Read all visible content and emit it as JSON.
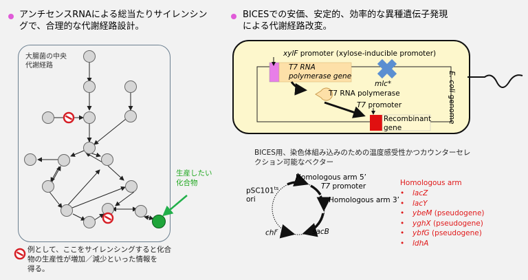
{
  "left": {
    "heading_lines": [
      "アンチセンスRNAによる総当たりサイレンシン",
      "グで、合理的な代謝経路設計。"
    ],
    "panel_title_lines": [
      "大腸菌の中央",
      "代謝経路"
    ],
    "product_label_lines": [
      "生産したい",
      "化合物"
    ],
    "note_lines": [
      "例として、ここをサイレンシングすると化合",
      "物の生産性が増加／減少といった情報を",
      "得る。"
    ]
  },
  "right": {
    "heading_lines": [
      "BICESでの安価、安定的、効率的な異種遺伝子発現",
      "による代謝経路改変。"
    ],
    "cell": {
      "xylf_italic": "xylF",
      "xylf_rest": " promoter (xylose-inducible promoter)",
      "t7gene_lines": [
        "T7 RNA",
        "polymerase gene"
      ],
      "mlc": "mlc*",
      "polymerase": "T7 RNA polymerase",
      "t7promoter_italic": "T7",
      "t7promoter_rest": " promoter",
      "recombinant_lines": [
        "Recombinant",
        "gene"
      ],
      "genome_italic": "E. coli",
      "genome_rest": " genome"
    },
    "vector": {
      "title_lines": [
        "BICES用、染色体組み込みのための温度感受性かつカウンターセレ",
        "クション可能なベクター"
      ],
      "arm5": "Homologous arm 5’",
      "t7_italic": "T7",
      "t7_rest": " promoter",
      "arm3": "Homologous arm 3’",
      "psc": "pSC101",
      "psc_sup": "ts",
      "ori": "ori",
      "chl": "chl",
      "chl_sup": "r",
      "sacb": "sacB"
    },
    "homologous": {
      "title": "Homologous arm",
      "items": [
        {
          "gene": "lacZ",
          "suffix": ""
        },
        {
          "gene": "lacY",
          "suffix": ""
        },
        {
          "gene": "ybeM",
          "suffix": " (pseudogene)"
        },
        {
          "gene": "yghX",
          "suffix": " (pseudogene)"
        },
        {
          "gene": "ybfG",
          "suffix": " (pseudogene)"
        },
        {
          "gene": "ldhA",
          "suffix": ""
        }
      ]
    }
  },
  "colors": {
    "bullet": "#e05bd8",
    "node_grey": "#d6d6d6",
    "product_green": "#1fa53a",
    "arrow_green": "#22b04a",
    "forbid_red": "#d61f26",
    "t7gene_fill": "#fde0a8",
    "xylf_pink": "#e87ee8",
    "mlc_blue": "#5b8fd1",
    "recombinant_red": "#e01010",
    "cell_fill": "#fdf7cc"
  }
}
